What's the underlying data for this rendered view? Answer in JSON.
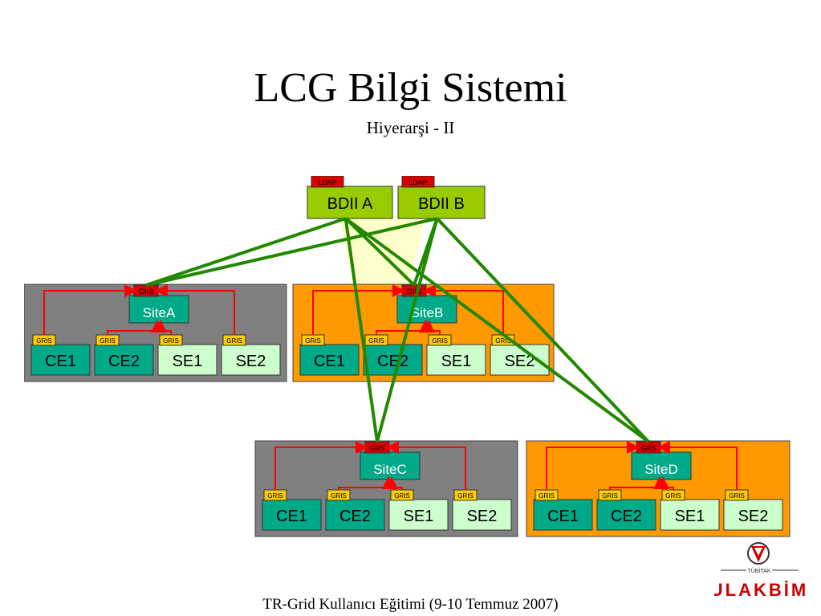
{
  "title": "LCG Bilgi Sistemi",
  "subtitle": "Hiyerarşi - II",
  "footer": "TR-Grid Kullanıcı Eğitimi (9-10 Temmuz 2007)",
  "diagram": {
    "bdii": [
      {
        "label": "BDII A",
        "tag": "LDAP"
      },
      {
        "label": "BDII B",
        "tag": "LDAP"
      }
    ],
    "sites": [
      {
        "id": "A",
        "name": "SiteA",
        "gris_tag": "GIIS",
        "bg": "#808080",
        "nodes": [
          {
            "label": "CE1",
            "tag": "GRIS"
          },
          {
            "label": "CE2",
            "tag": "GRIS"
          },
          {
            "label": "SE1",
            "tag": "GRIS"
          },
          {
            "label": "SE2",
            "tag": "GRIS"
          }
        ]
      },
      {
        "id": "B",
        "name": "SiteB",
        "gris_tag": "GIIS",
        "bg": "#ff9900",
        "nodes": [
          {
            "label": "CE1",
            "tag": "GRIS"
          },
          {
            "label": "CE2",
            "tag": "GRIS"
          },
          {
            "label": "SE1",
            "tag": "GRIS"
          },
          {
            "label": "SE2",
            "tag": "GRIS"
          }
        ]
      },
      {
        "id": "C",
        "name": "SiteC",
        "gris_tag": "GIIS",
        "bg": "#808080",
        "nodes": [
          {
            "label": "CE1",
            "tag": "GRIS"
          },
          {
            "label": "CE2",
            "tag": "GRIS"
          },
          {
            "label": "SE1",
            "tag": "GRIS"
          },
          {
            "label": "SE2",
            "tag": "GRIS"
          }
        ]
      },
      {
        "id": "D",
        "name": "SiteD",
        "gris_tag": "GIIS",
        "bg": "#ff9900",
        "nodes": [
          {
            "label": "CE1",
            "tag": "GRIS"
          },
          {
            "label": "CE2",
            "tag": "GRIS"
          },
          {
            "label": "SE1",
            "tag": "GRIS"
          },
          {
            "label": "SE2",
            "tag": "GRIS"
          }
        ]
      }
    ],
    "colors": {
      "bdii_fill": "#99cc00",
      "tag_red": "#dd0000",
      "tag_yellow": "#ffcc00",
      "ce_fill": "#00aa88",
      "se_fill": "#ccffcc",
      "site_box_fill": "#00aa88",
      "arrow_red": "#ff0000",
      "link_green": "#228800",
      "highlight": "#ffffcc"
    }
  },
  "logo": {
    "org_small": "TÜBİTAK",
    "org_big": "ULAKBİM",
    "color": "#cc0000"
  }
}
